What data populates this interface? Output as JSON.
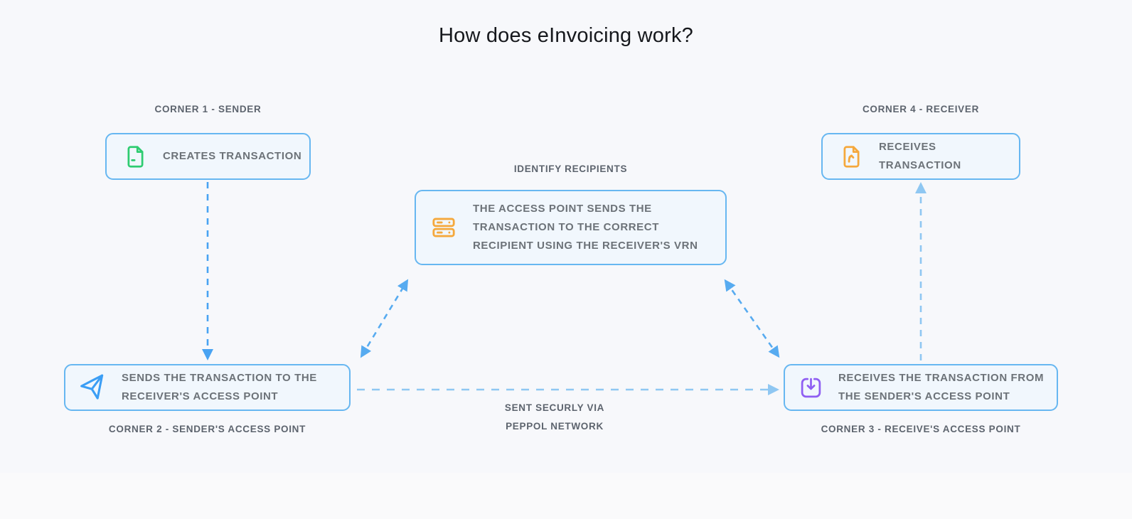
{
  "title": "How does eInvoicing work?",
  "nodes": {
    "corner1": {
      "label": "CORNER 1 - SENDER",
      "text": "CREATES TRANSACTION",
      "icon": "file-icon",
      "icon_color": "#2ecc71"
    },
    "corner2": {
      "label": "CORNER 2 - SENDER'S ACCESS POINT",
      "text": "SENDS THE TRANSACTION TO THE RECEIVER'S ACCESS POINT",
      "icon": "send-icon",
      "icon_color": "#3b9ef5"
    },
    "corner3": {
      "label": "CORNER 3 - RECEIVE'S  ACCESS POINT",
      "text": "RECEIVES THE TRANSACTION FROM THE SENDER'S ACCESS POINT",
      "icon": "download-icon",
      "icon_color": "#8f5ff2"
    },
    "corner4": {
      "label": "CORNER 4 - RECEIVER",
      "text": "RECEIVES TRANSACTION",
      "icon": "file-receive-icon",
      "icon_color": "#f5a83c"
    },
    "access_point": {
      "label": "IDENTIFY RECIPIENTS",
      "text": "THE ACCESS POINT SENDS THE TRANSACTION TO THE CORRECT RECIPIENT USING THE RECEIVER'S VRN",
      "icon": "server-icon",
      "icon_color": "#f5a83c"
    }
  },
  "network_note": {
    "line1": "SENT SECURLY VIA",
    "line2": "PEPPOL NETWORK"
  },
  "colors": {
    "background": "#f7f8fb",
    "box_border": "#67b7f1",
    "box_fill": "#f1f7fd",
    "arrow_strong": "#49a3f2",
    "arrow_medium": "#57abf0",
    "arrow_light": "#8fc7f2",
    "box_text": "#6c7278",
    "label_text": "#5d646e",
    "title_text": "#16181c"
  }
}
